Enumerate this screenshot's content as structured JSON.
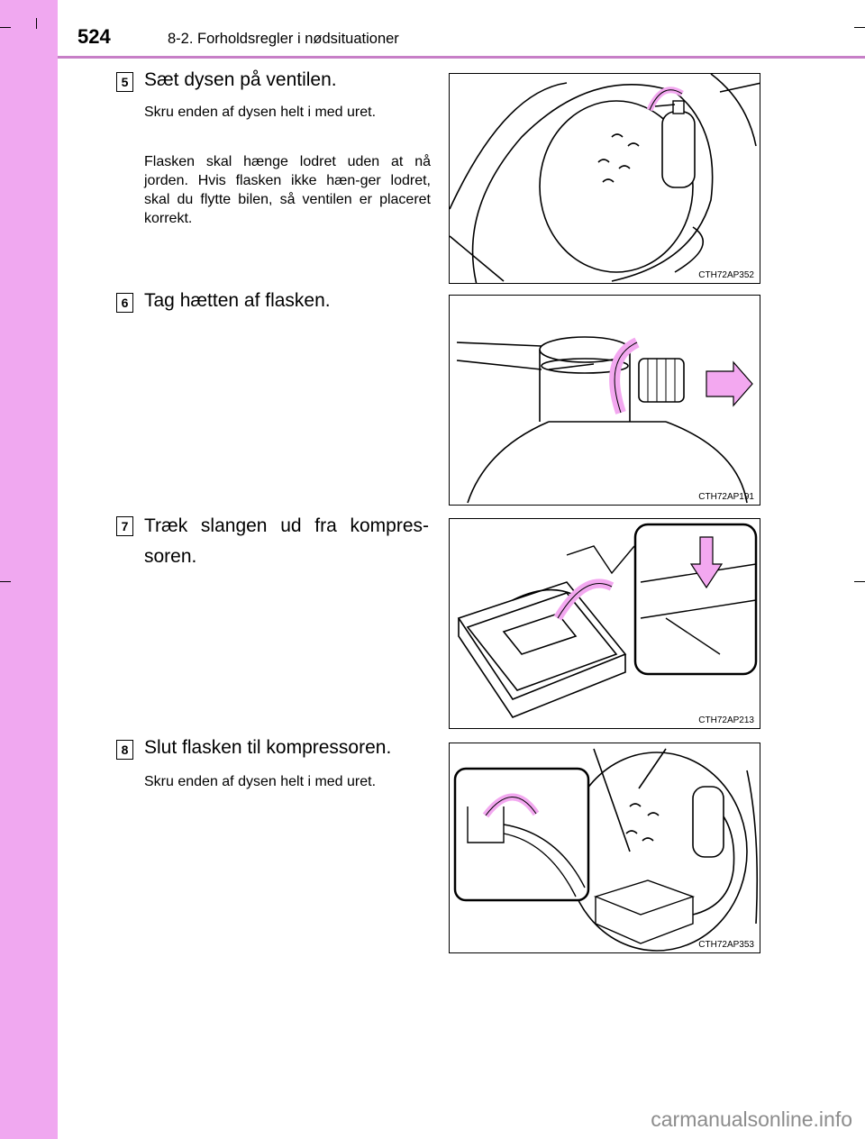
{
  "header": {
    "page_number": "524",
    "section": "8-2. Forholdsregler i nødsituationer"
  },
  "steps": [
    {
      "number": "5",
      "title": "Sæt dysen på ventilen.",
      "paragraphs": [
        "Skru enden af dysen helt i med uret.",
        "Flasken skal hænge lodret uden at nå jorden. Hvis flasken ikke hæn-ger lodret, skal du flytte bilen, så ventilen er placeret korrekt."
      ],
      "figure_code": "CTH72AP352"
    },
    {
      "number": "6",
      "title": "Tag hætten af flasken.",
      "paragraphs": [],
      "figure_code": "CTH72AP191"
    },
    {
      "number": "7",
      "title": "Træk slangen ud fra kompres-soren.",
      "paragraphs": [],
      "figure_code": "CTH72AP213"
    },
    {
      "number": "8",
      "title": "Slut flasken til kompressoren.",
      "paragraphs": [
        "Skru enden af dysen helt i med uret."
      ],
      "figure_code": "CTH72AP353"
    }
  ],
  "watermark": "carmanualsonline.info",
  "colors": {
    "sidebar": "#f0a8f0",
    "header_rule": "#c77fc7",
    "arrow_pink": "#f3a8f0"
  }
}
